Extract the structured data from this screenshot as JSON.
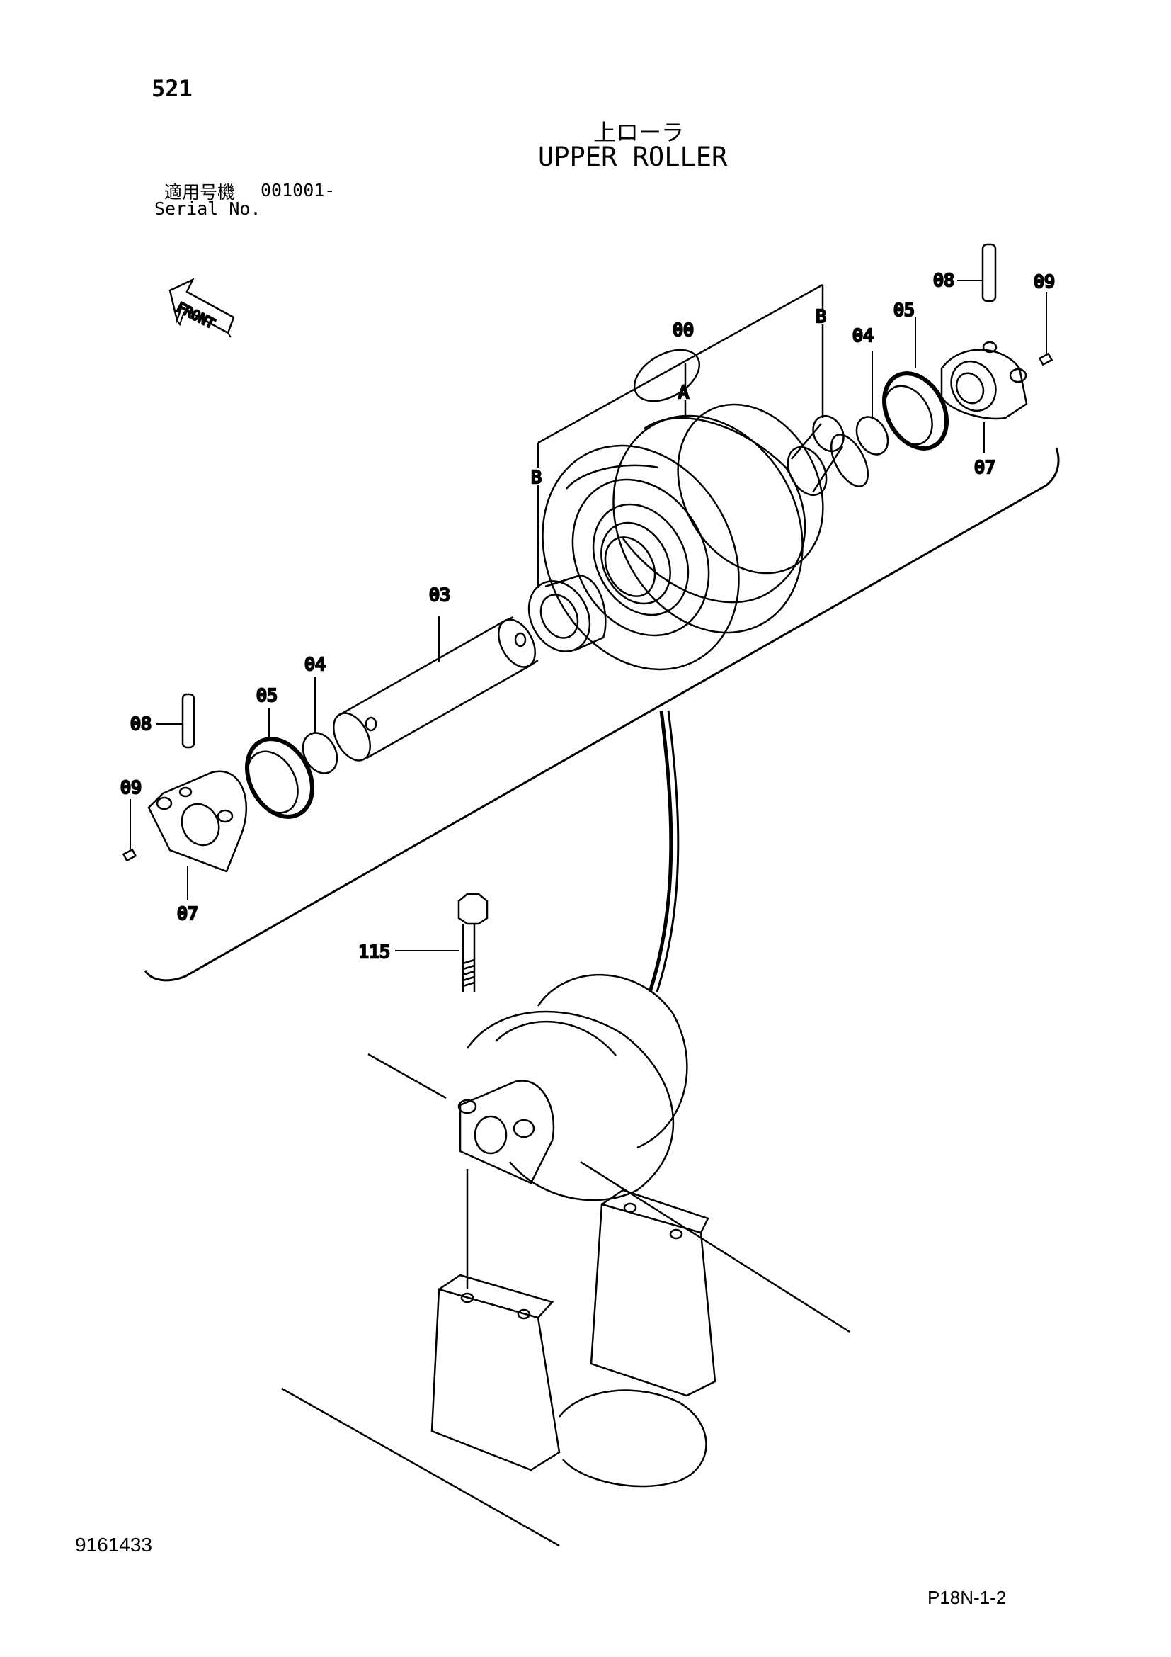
{
  "header": {
    "page_number": "521",
    "title_jp": "上ローラ",
    "title_en": "UPPER ROLLER",
    "serial_label_jp": "適用号機",
    "serial_range": "001001-",
    "serial_label_en": "Serial No."
  },
  "diagram": {
    "front_label": "FRONT",
    "callouts": {
      "assembly": "00",
      "shaft": "03",
      "oring_left": "04",
      "oring_right": "04",
      "seal_left": "05",
      "seal_right": "05",
      "bracket_left": "07",
      "bracket_right": "07",
      "pin_left": "08",
      "pin_right": "08",
      "plug_left": "09",
      "plug_right": "09",
      "bolt": "115",
      "ref_a": "A",
      "ref_b_top": "B",
      "ref_b_left": "B"
    }
  },
  "footer": {
    "doc_number": "9161433",
    "page_code": "P18N-1-2"
  }
}
